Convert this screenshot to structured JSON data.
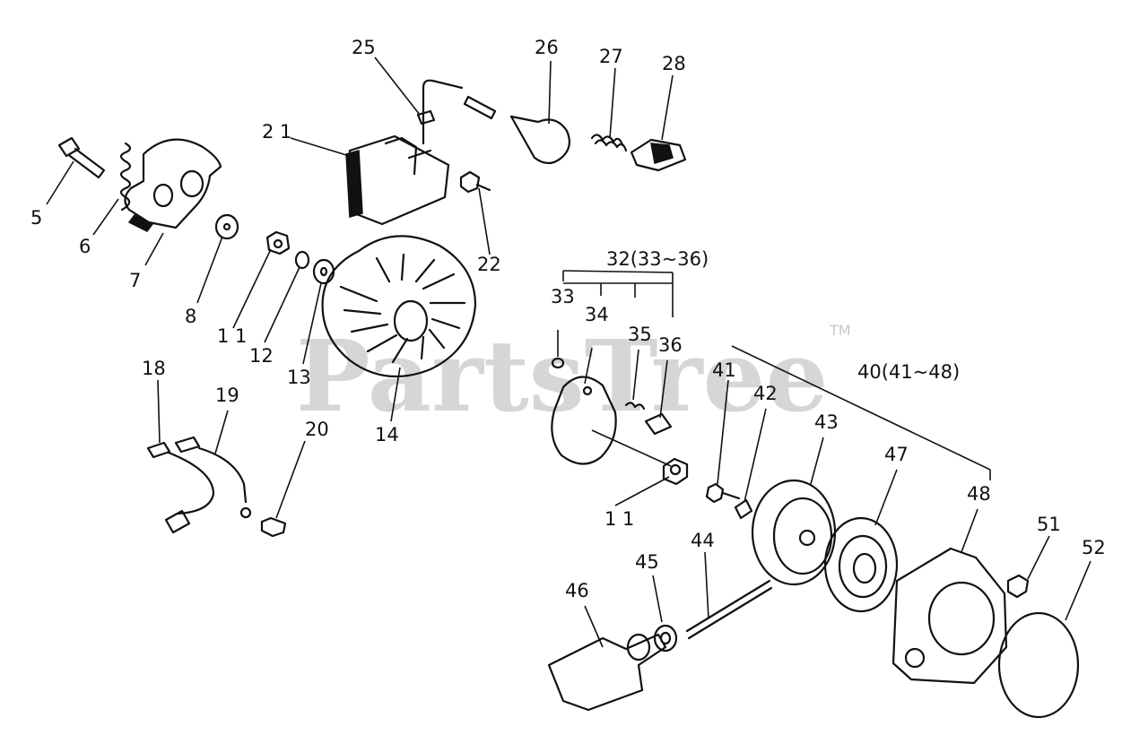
{
  "watermark": {
    "text": "PartsTree",
    "tm": "TM"
  },
  "labels": {
    "p5": "5",
    "p6": "6",
    "p7": "7",
    "p8": "8",
    "p11a": "1 1",
    "p12": "12",
    "p13": "13",
    "p14": "14",
    "p18": "18",
    "p19": "19",
    "p20": "20",
    "p21": "2 1",
    "p22": "22",
    "p25": "25",
    "p26": "26",
    "p27": "27",
    "p28": "28",
    "p32": "32(33~36)",
    "p33": "33",
    "p34": "34",
    "p35": "35",
    "p36": "36",
    "p11b": "1 1",
    "p40": "40(41~48)",
    "p41": "41",
    "p42": "42",
    "p43": "43",
    "p44": "44",
    "p45": "45",
    "p46": "46",
    "p47": "47",
    "p48": "48",
    "p51": "51",
    "p52": "52"
  }
}
